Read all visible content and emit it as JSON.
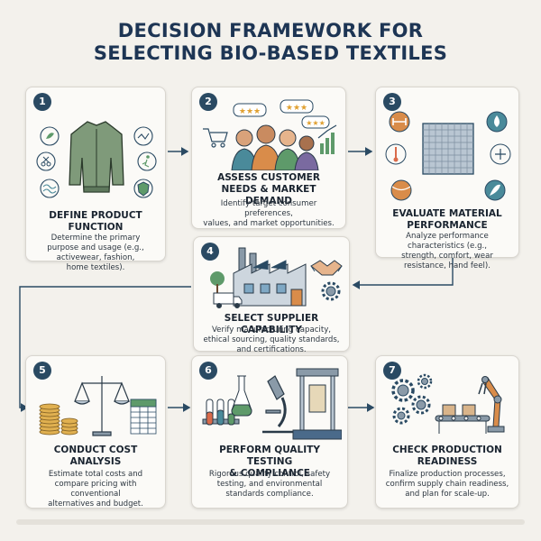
{
  "title_line1": "DECISION FRAMEWORK FOR",
  "title_line2": "SELECTING BIO-BASED TEXTILES",
  "colors": {
    "accent": "#2a4a63",
    "green": "#5e9a6a",
    "orange": "#d98c4a",
    "teal": "#4a8a9a"
  },
  "steps": [
    {
      "number": "1",
      "title_line1": "DEFINE PRODUCT",
      "title_line2": "FUNCTION",
      "desc_line1": "Determine the primary",
      "desc_line2": "purpose and usage (e.g.,",
      "desc_line3": "activewear, fashion,",
      "desc_line4": "home textiles).",
      "icons": [
        "jacket-icon",
        "running-icon",
        "scissors-icon",
        "leaf-icon",
        "shield-icon",
        "waves-icon",
        "home-icon",
        "activity-icon"
      ]
    },
    {
      "number": "2",
      "title_line1": "ASSESS CUSTOMER",
      "title_line2": "NEEDS & MARKET DEMAND",
      "desc_line1": "Identify target consumer preferences,",
      "desc_line2": "values, and market opportunities.",
      "icons": [
        "people-icon",
        "star-rating-icon",
        "shopping-cart-icon",
        "chart-icon"
      ]
    },
    {
      "number": "3",
      "title_line1": "EVALUATE MATERIAL",
      "title_line2": "PERFORMANCE",
      "desc_line1": "Analyze performance",
      "desc_line2": "characteristics (e.g.,",
      "desc_line3": "strength, comfort, wear",
      "desc_line4": "resistance, hand feel).",
      "icons": [
        "fabric-swatch-icon",
        "dumbbell-icon",
        "water-drop-icon",
        "thermometer-icon",
        "arrows-icon",
        "ball-icon",
        "feather-icon"
      ]
    },
    {
      "number": "4",
      "title_line1": "SELECT SUPPLIER CAPABILITY",
      "desc_line1": "Verify manufacturing capacity,",
      "desc_line2": "ethical sourcing, quality standards,",
      "desc_line3": "and certifications.",
      "icons": [
        "factory-icon",
        "truck-icon",
        "handshake-icon",
        "gear-icon",
        "tree-icon"
      ]
    },
    {
      "number": "5",
      "title_line1": "CONDUCT COST",
      "title_line2": "ANALYSIS",
      "desc_line1": "Estimate total costs and",
      "desc_line2": "compare pricing with conventional",
      "desc_line3": "alternatives and budget.",
      "icons": [
        "coins-icon",
        "scale-icon",
        "spreadsheet-icon"
      ]
    },
    {
      "number": "6",
      "title_line1": "PERFORM QUALITY TESTING",
      "title_line2": "& COMPLIANCE",
      "desc_line1": "Rigorous quality control, safety",
      "desc_line2": "testing, and environmental",
      "desc_line3": "standards compliance.",
      "icons": [
        "test-tubes-icon",
        "flask-icon",
        "microscope-icon",
        "tensile-tester-icon"
      ]
    },
    {
      "number": "7",
      "title_line1": "CHECK PRODUCTION",
      "title_line2": "READINESS",
      "desc_line1": "Finalize production processes,",
      "desc_line2": "confirm supply chain readiness,",
      "desc_line3": "and plan for scale-up.",
      "icons": [
        "gears-icon",
        "robotic-arm-icon",
        "conveyor-icon"
      ]
    }
  ]
}
